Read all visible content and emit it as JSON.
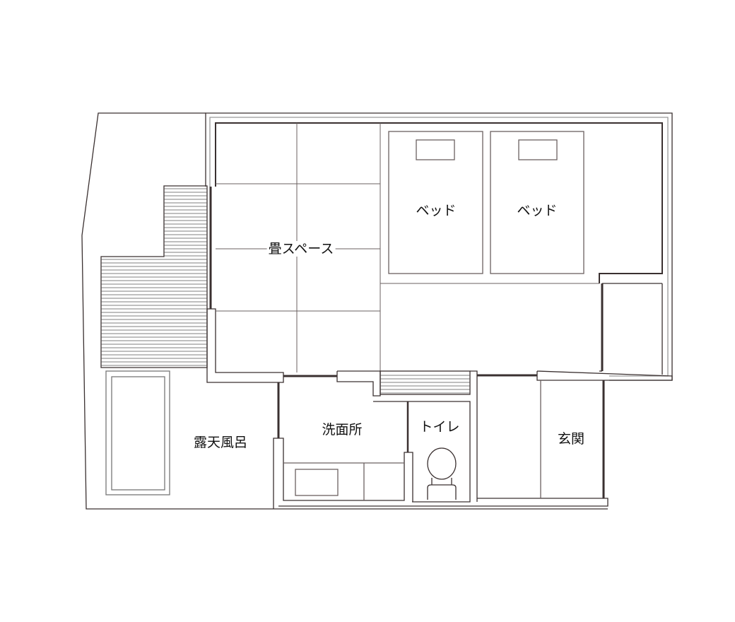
{
  "floor_plan": {
    "rooms": {
      "tatami": "畳スペース",
      "bed_1": "ベッド",
      "bed_2": "ベッド",
      "washroom": "洗面所",
      "toilet": "トイレ",
      "entrance": "玄関",
      "open_air_bath": "露天風呂"
    },
    "colors": {
      "line": "#3a3030",
      "thin": "#6b6060",
      "fill": "#ffffff"
    }
  }
}
